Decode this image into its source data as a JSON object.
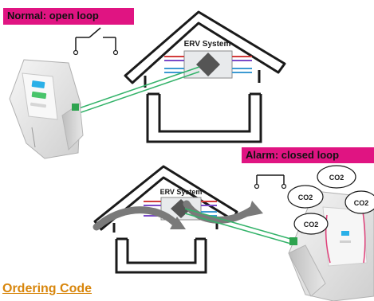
{
  "labels": {
    "normal": "Normal: open loop",
    "alarm": "Alarm: closed loop"
  },
  "erv": {
    "top": "ERV System",
    "bottom": "ERV System"
  },
  "co2_bubbles": [
    "CO2",
    "CO2",
    "CO2",
    "CO2"
  ],
  "ordering_code": "Ordering Code",
  "colors": {
    "label_bg": "#e01482",
    "ordering_text": "#d8860c",
    "cable": "#34b36a",
    "sensor_accent": "#20a0e0"
  },
  "icons": {
    "switch_open": "open-switch-icon",
    "switch_closed": "closed-switch-icon"
  }
}
